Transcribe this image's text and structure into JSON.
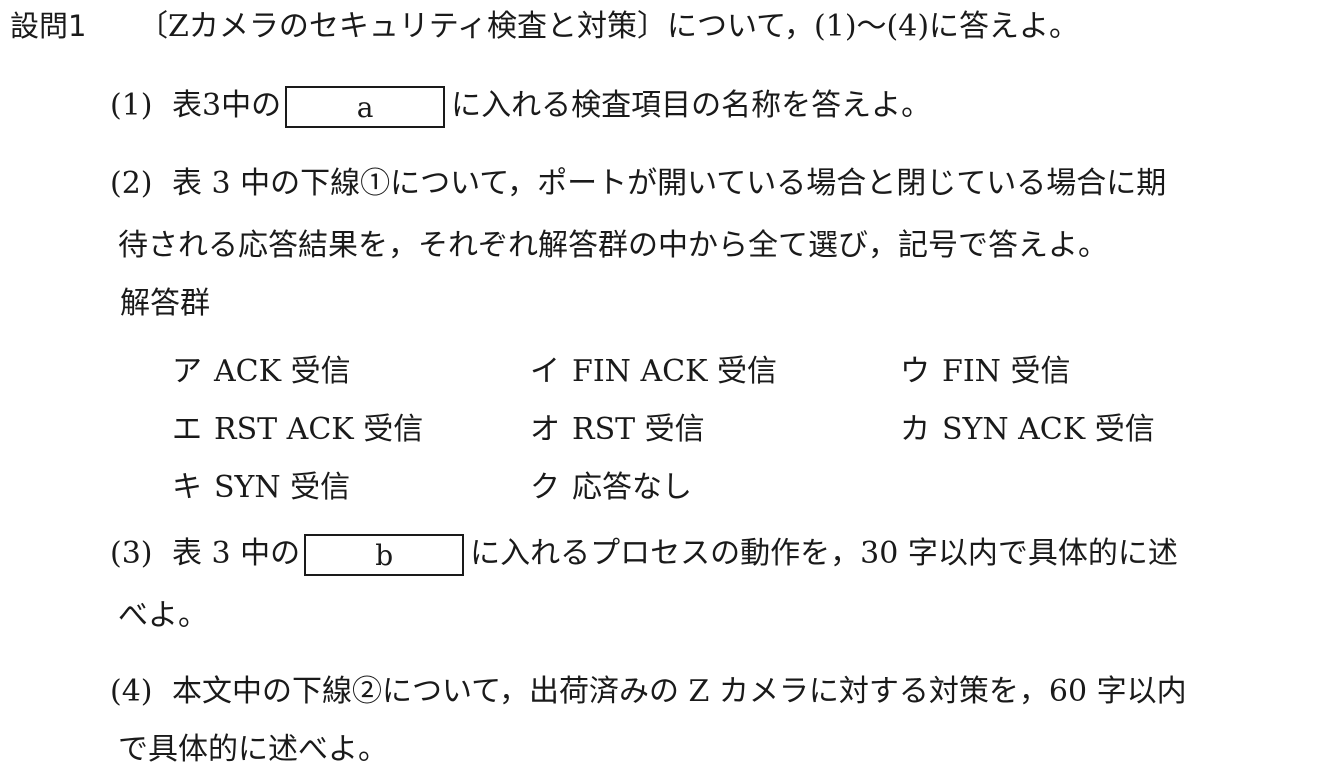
{
  "question": {
    "label": "設問1",
    "title": "〔Zカメラのセキュリティ検査と対策〕について，(1)〜(4)に答えよ。"
  },
  "q1": {
    "num": "(1)",
    "before": "表3中の",
    "blank": "a",
    "after": "に入れる検査項目の名称を答えよ。"
  },
  "q2": {
    "num": "(2)",
    "line1": "表 3 中の下線①について，ポートが開いている場合と閉じている場合に期",
    "line2": "待される応答結果を，それぞれ解答群の中から全て選び，記号で答えよ。",
    "group_label": "解答群",
    "choices": [
      {
        "symbol": "ア",
        "text": "ACK 受信"
      },
      {
        "symbol": "イ",
        "text": "FIN ACK 受信"
      },
      {
        "symbol": "ウ",
        "text": "FIN 受信"
      },
      {
        "symbol": "エ",
        "text": "RST ACK 受信"
      },
      {
        "symbol": "オ",
        "text": "RST 受信"
      },
      {
        "symbol": "カ",
        "text": "SYN ACK 受信"
      },
      {
        "symbol": "キ",
        "text": "SYN 受信"
      },
      {
        "symbol": "ク",
        "text": "応答なし"
      }
    ]
  },
  "q3": {
    "num": "(3)",
    "before": "表 3 中の",
    "blank": "b",
    "after": "に入れるプロセスの動作を，30 字以内で具体的に述",
    "line2": "べよ。"
  },
  "q4": {
    "num": "(4)",
    "line1": "本文中の下線②について，出荷済みの Z カメラに対する対策を，60 字以内",
    "line2": "で具体的に述べよ。"
  }
}
